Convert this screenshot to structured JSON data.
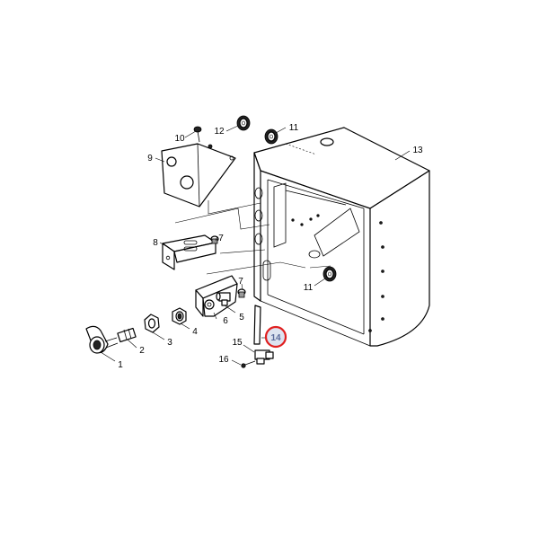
{
  "diagram": {
    "highlight_color": "#e02020",
    "highlight_fill": "#dde3f0",
    "callouts": [
      {
        "id": "c1",
        "label": "1"
      },
      {
        "id": "c2",
        "label": "2"
      },
      {
        "id": "c3",
        "label": "3"
      },
      {
        "id": "c4",
        "label": "4"
      },
      {
        "id": "c5",
        "label": "5"
      },
      {
        "id": "c6",
        "label": "6"
      },
      {
        "id": "c7a",
        "label": "7"
      },
      {
        "id": "c7b",
        "label": "7"
      },
      {
        "id": "c8",
        "label": "8"
      },
      {
        "id": "c9",
        "label": "9"
      },
      {
        "id": "c10",
        "label": "10"
      },
      {
        "id": "c11a",
        "label": "11"
      },
      {
        "id": "c11b",
        "label": "11"
      },
      {
        "id": "c12",
        "label": "12"
      },
      {
        "id": "c13",
        "label": "13"
      },
      {
        "id": "c14",
        "label": "14",
        "highlighted": true
      },
      {
        "id": "c15",
        "label": "15"
      },
      {
        "id": "c16",
        "label": "16"
      }
    ]
  }
}
